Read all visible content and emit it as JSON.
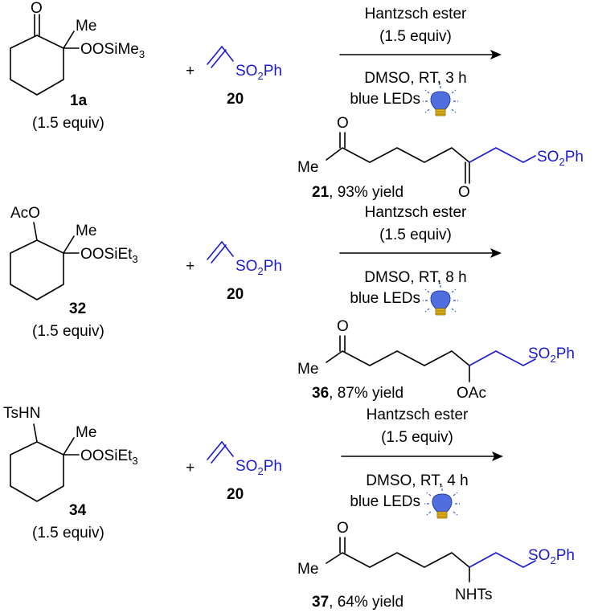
{
  "colors": {
    "reagent_blue": "#1a1ad6",
    "bulb": "#4f6fe0",
    "bulb_base": "#e7b417"
  },
  "reactions": [
    {
      "substrate": {
        "ketone_o": "O",
        "methyl": "Me",
        "peroxide_prefix": "OOSiMe",
        "peroxide_sub": "3",
        "label": "1a",
        "equiv": "(1.5 equiv)"
      },
      "plus": "+",
      "reagent": {
        "group": "SO",
        "group_sub": "2",
        "group_suffix": "Ph",
        "label": "20"
      },
      "conditions": {
        "line1": "Hantzsch ester",
        "line2": "(1.5 equiv)",
        "line3": "DMSO, RT, 3 h",
        "line4": "blue LEDs"
      },
      "product": {
        "ketone_o": "O",
        "methyl": "Me",
        "mid_group": "O",
        "sulfone": "SO",
        "sulfone_sub": "2",
        "sulfone_suffix": "Ph",
        "label": "21",
        "yield": ", 93% yield"
      }
    },
    {
      "substrate": {
        "top_group": "AcO",
        "methyl": "Me",
        "peroxide_prefix": "OOSiEt",
        "peroxide_sub": "3",
        "label": "32",
        "equiv": "(1.5 equiv)"
      },
      "plus": "+",
      "reagent": {
        "group": "SO",
        "group_sub": "2",
        "group_suffix": "Ph",
        "label": "20"
      },
      "conditions": {
        "line1": "Hantzsch ester",
        "line2": "(1.5 equiv)",
        "line3": "DMSO, RT, 8 h",
        "line4": "blue LEDs"
      },
      "product": {
        "ketone_o": "O",
        "methyl": "Me",
        "mid_group": "OAc",
        "sulfone": "SO",
        "sulfone_sub": "2",
        "sulfone_suffix": "Ph",
        "label": "36",
        "yield": ", 87% yield"
      }
    },
    {
      "substrate": {
        "top_group": "TsHN",
        "methyl": "Me",
        "peroxide_prefix": "OOSiEt",
        "peroxide_sub": "3",
        "label": "34",
        "equiv": "(1.5 equiv)"
      },
      "plus": "+",
      "reagent": {
        "group": "SO",
        "group_sub": "2",
        "group_suffix": "Ph",
        "label": "20"
      },
      "conditions": {
        "line1": "Hantzsch ester",
        "line2": "(1.5 equiv)",
        "line3": "DMSO, RT, 4 h",
        "line4": "blue LEDs"
      },
      "product": {
        "ketone_o": "O",
        "methyl": "Me",
        "mid_group": "NHTs",
        "sulfone": "SO",
        "sulfone_sub": "2",
        "sulfone_suffix": "Ph",
        "label": "37",
        "yield": ", 64% yield"
      }
    }
  ]
}
